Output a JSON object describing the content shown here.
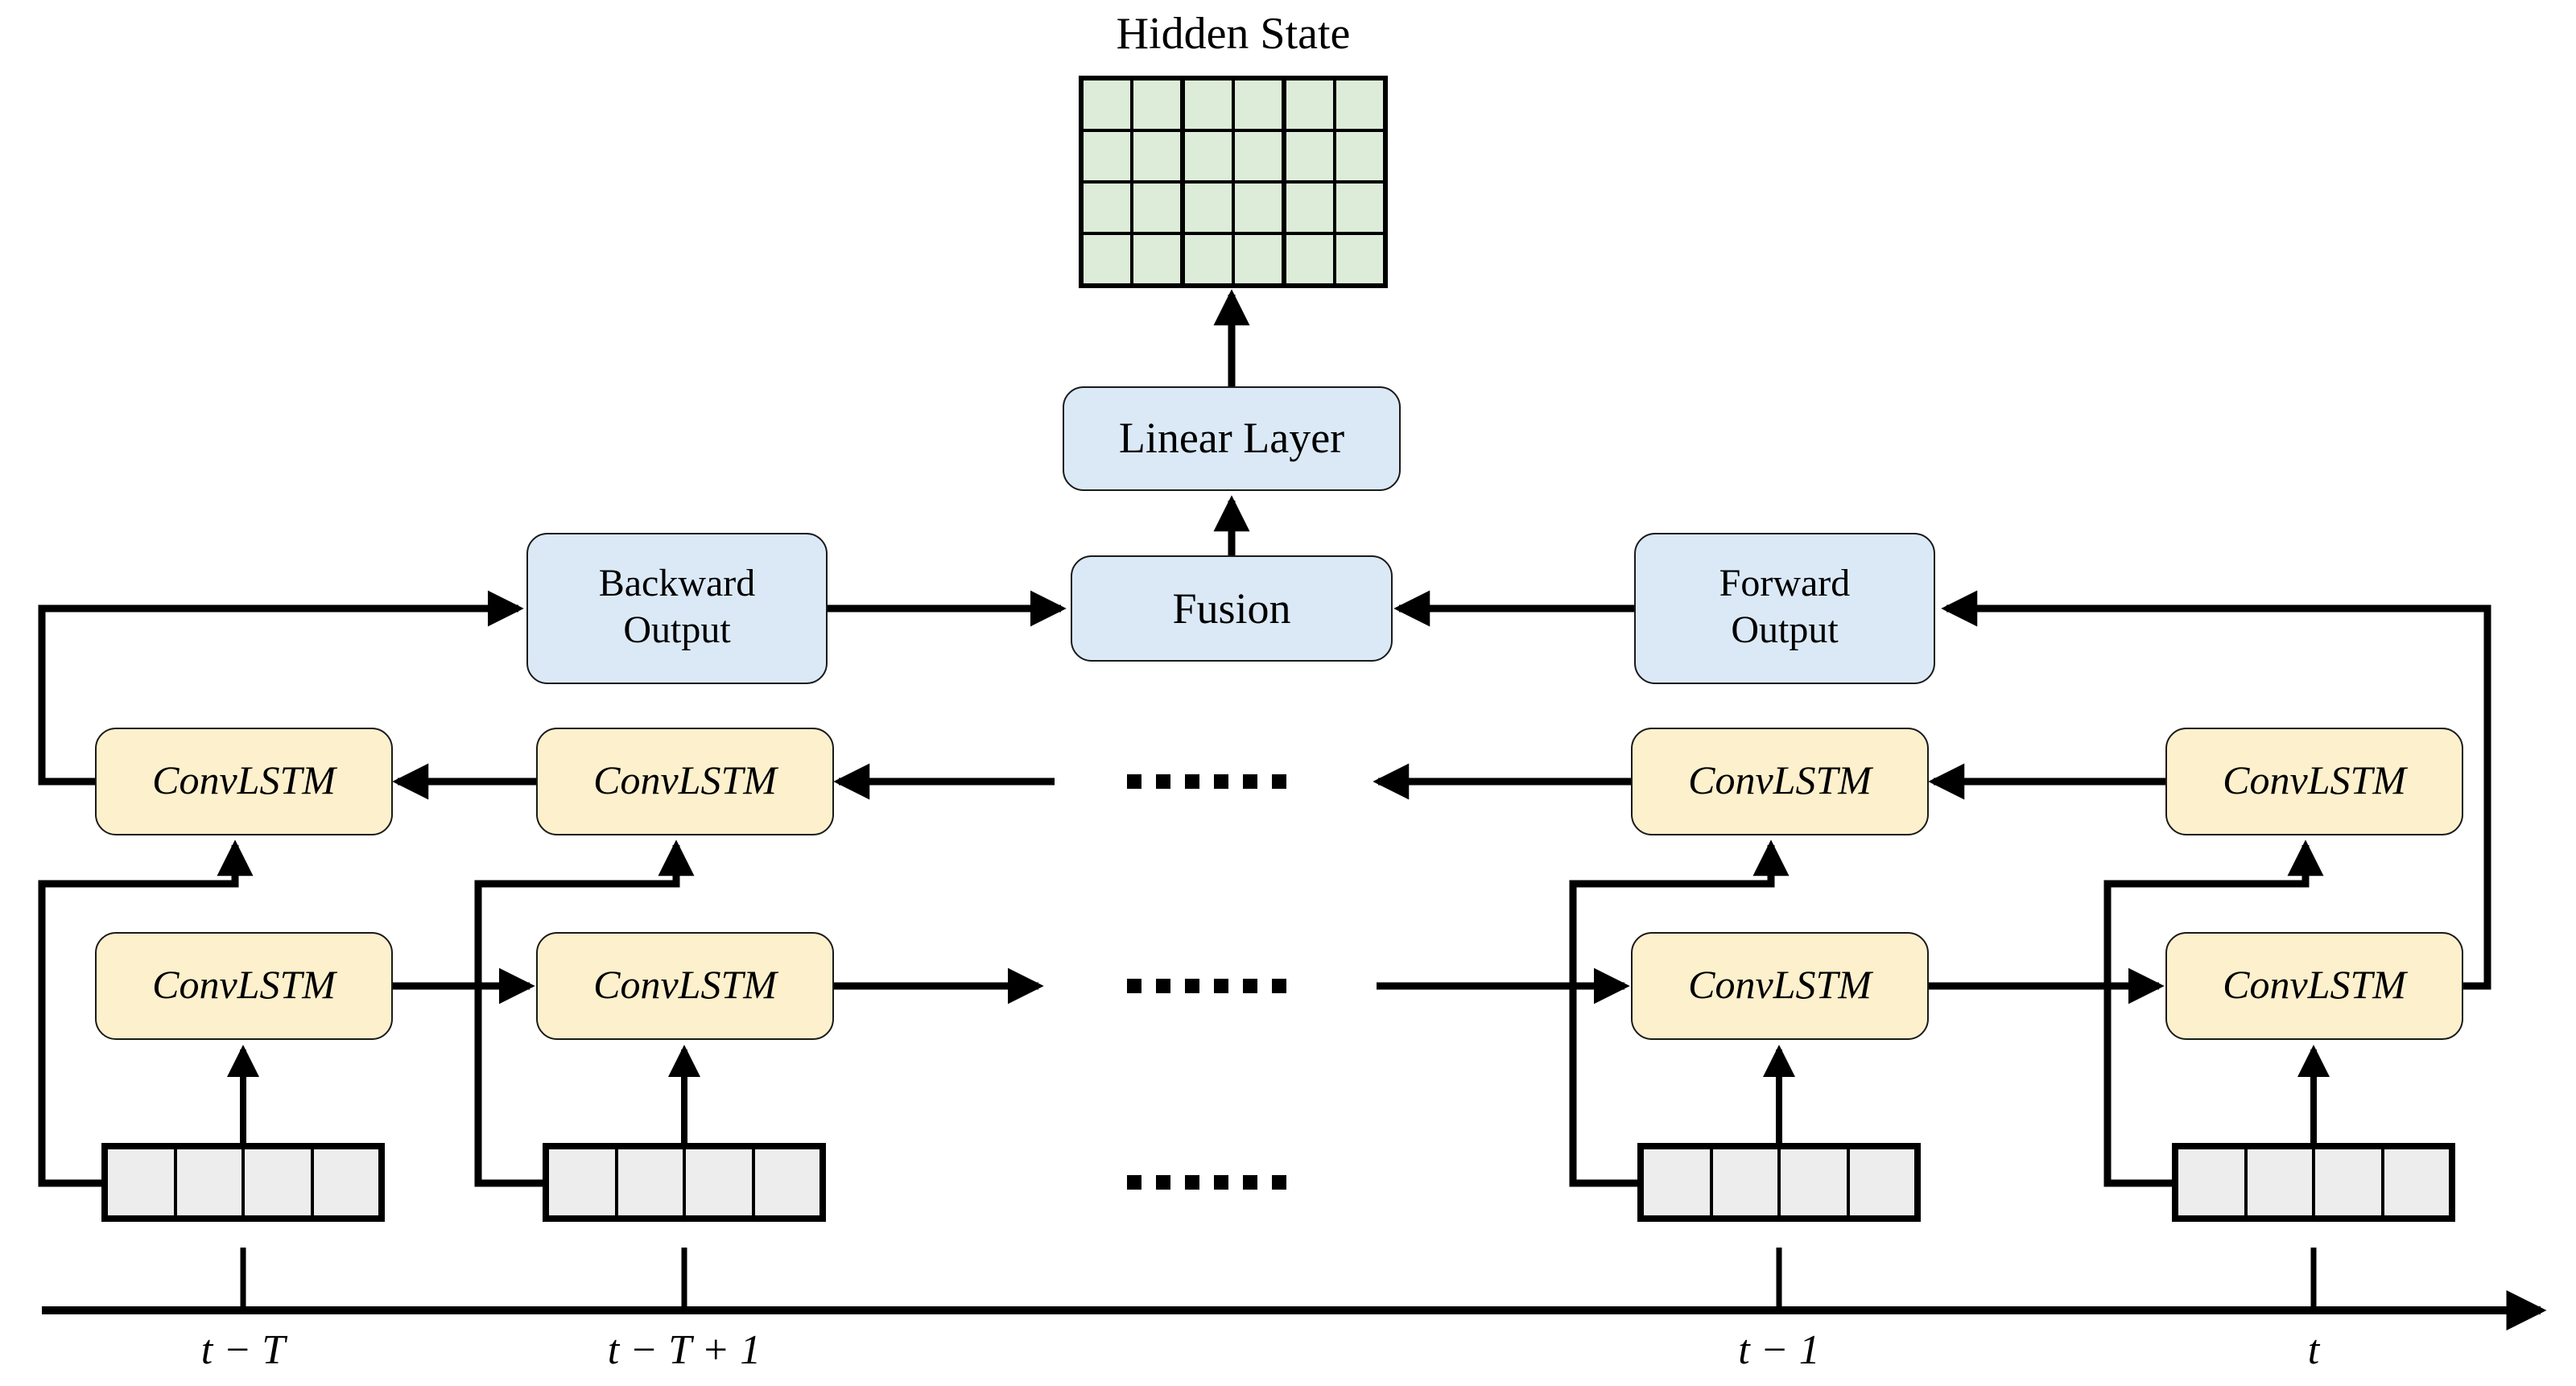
{
  "title": "Hidden State",
  "labels": {
    "linear_layer": "Linear Layer",
    "fusion": "Fusion",
    "backward_output_line1": "Backward",
    "backward_output_line2": "Output",
    "forward_output_line1": "Forward",
    "forward_output_line2": "Output",
    "convlstm": "ConvLSTM"
  },
  "timeline": {
    "labels": [
      "t − T",
      "t − T + 1",
      "t − 1",
      "t"
    ]
  },
  "ellipsis": {
    "count": 6
  },
  "grids": {
    "hidden_state": {
      "rows": 4,
      "cols": 6
    },
    "input": {
      "rows": 1,
      "cols": 4
    }
  },
  "colors": {
    "blue_node": "#dbe9f6",
    "cream_node": "#fdf0cc",
    "hidden_state_cell": "#dcecd8",
    "input_cell": "#ededed",
    "line": "#000000"
  }
}
